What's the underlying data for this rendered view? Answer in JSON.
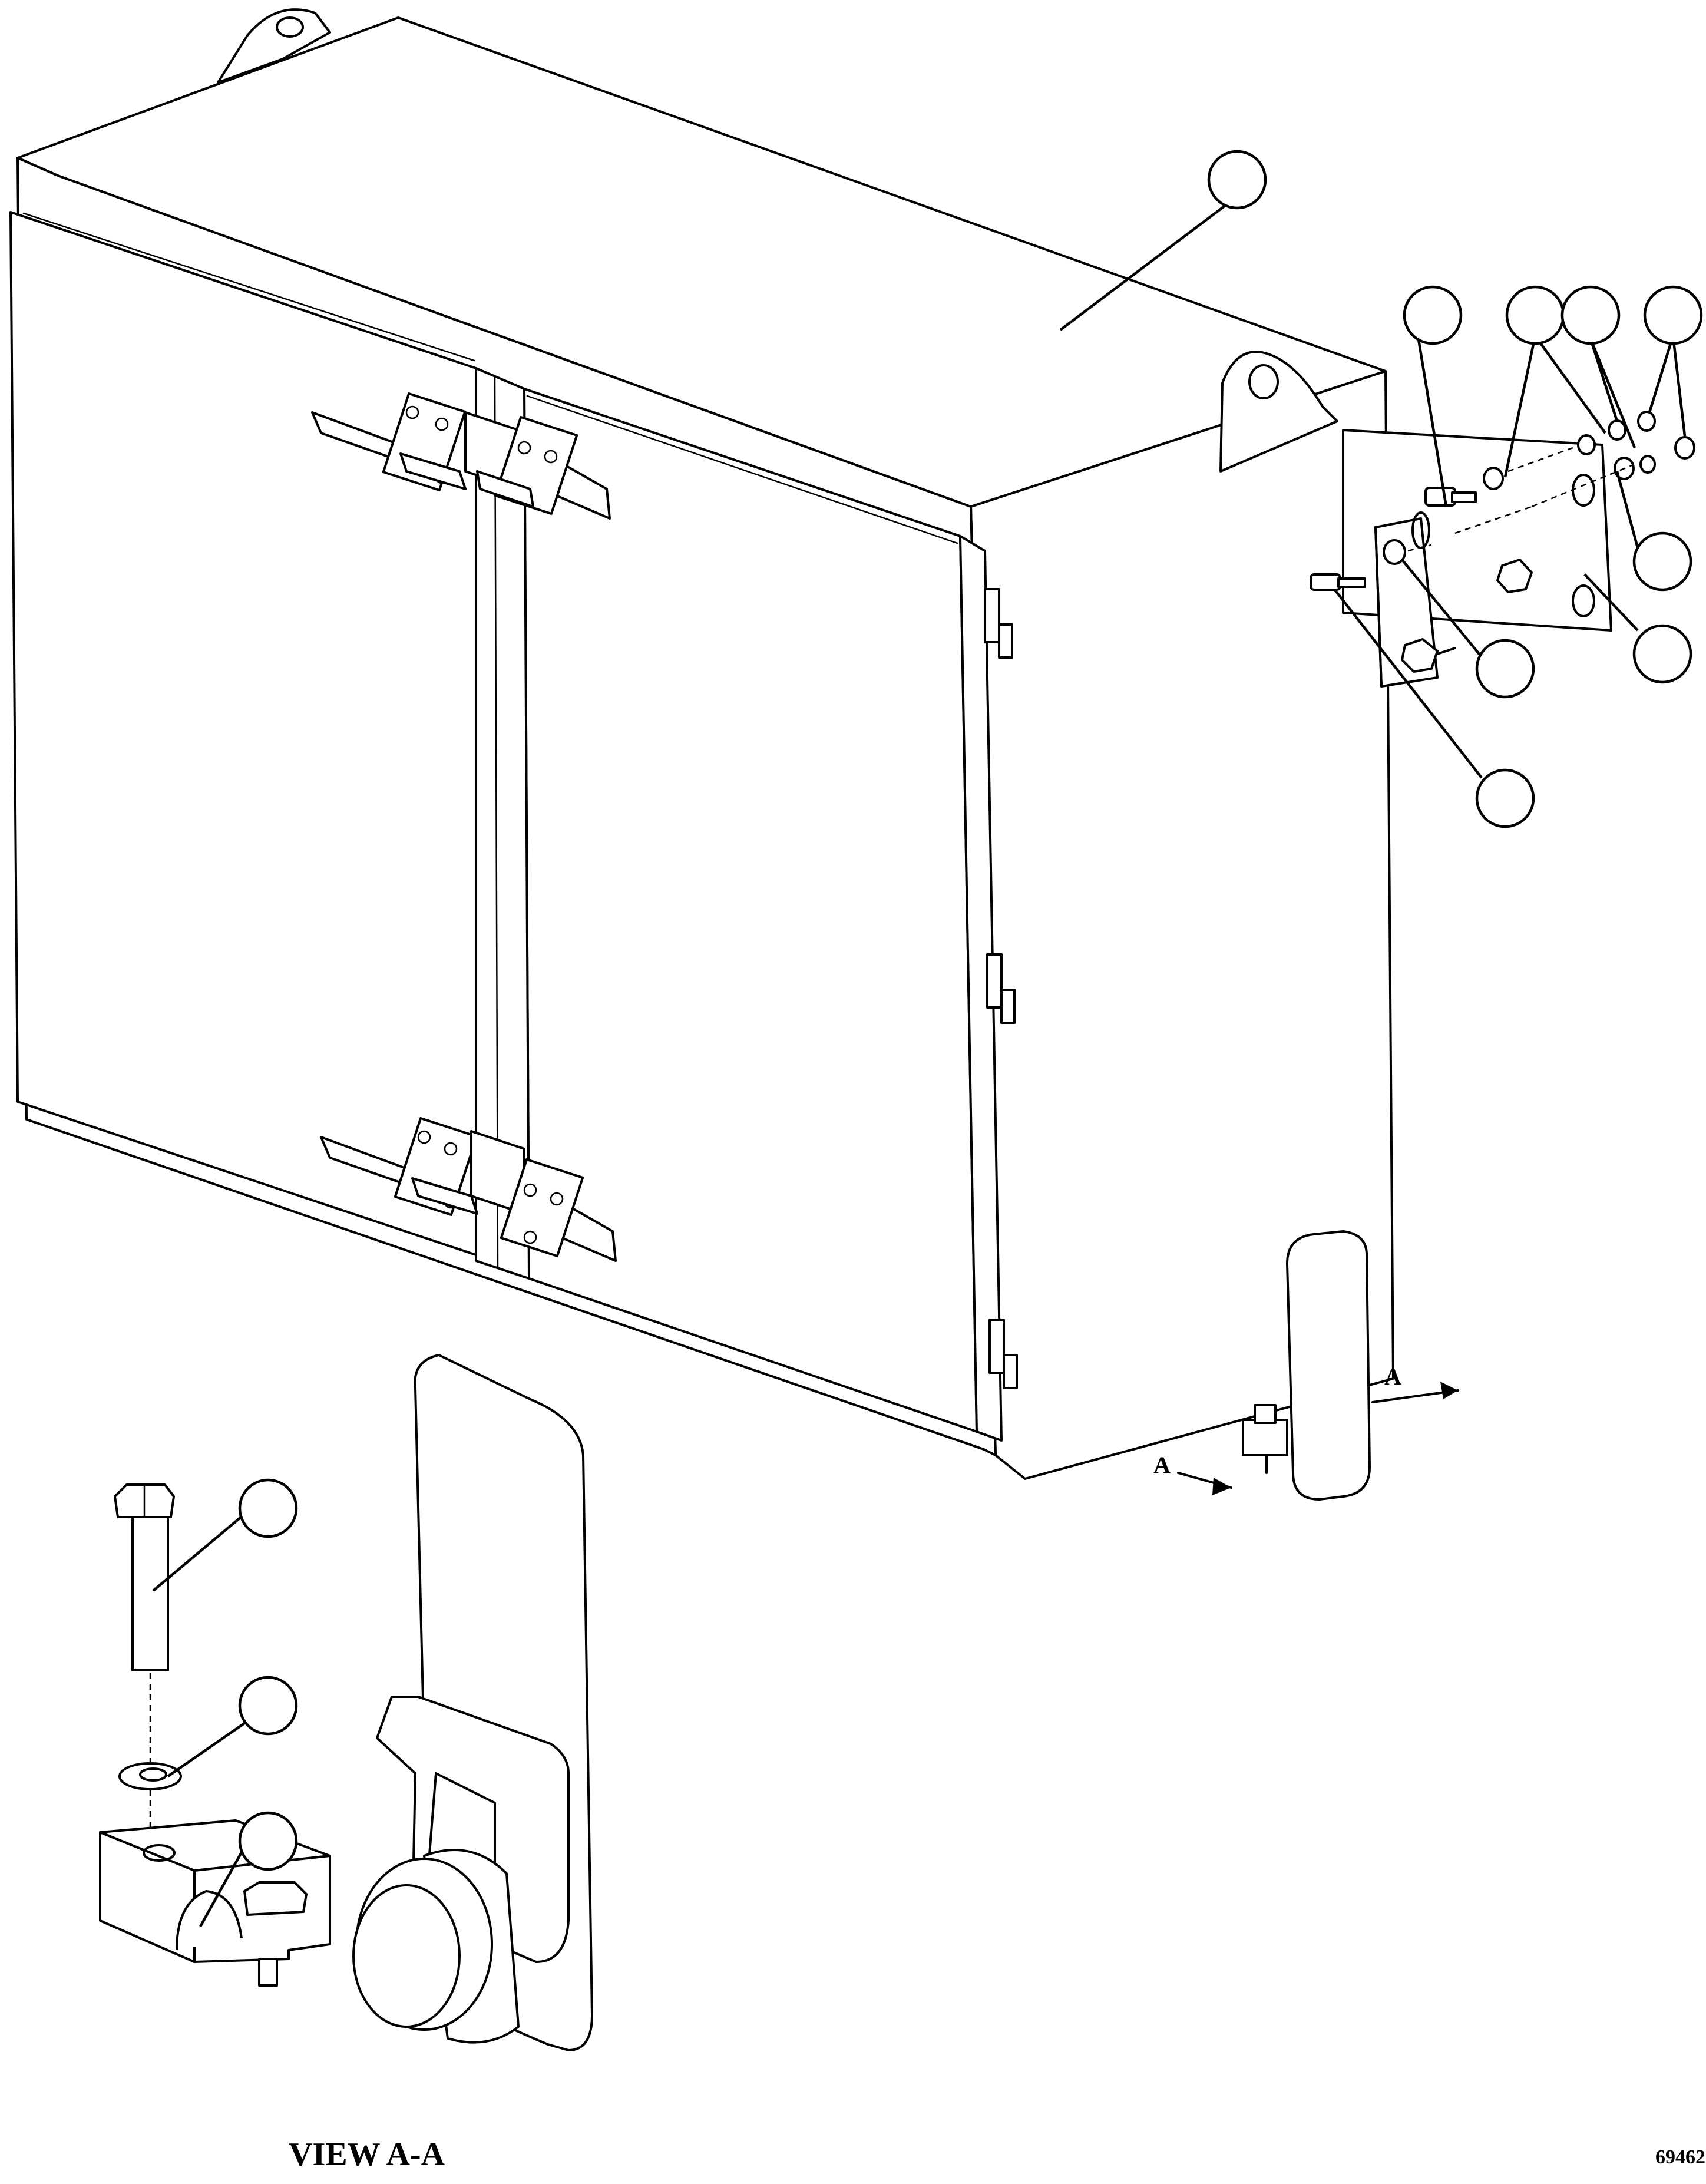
{
  "diagram": {
    "section_marker_left": "A",
    "section_marker_right": "A",
    "view_caption": "VIEW A-A",
    "figure_number": "69462"
  }
}
